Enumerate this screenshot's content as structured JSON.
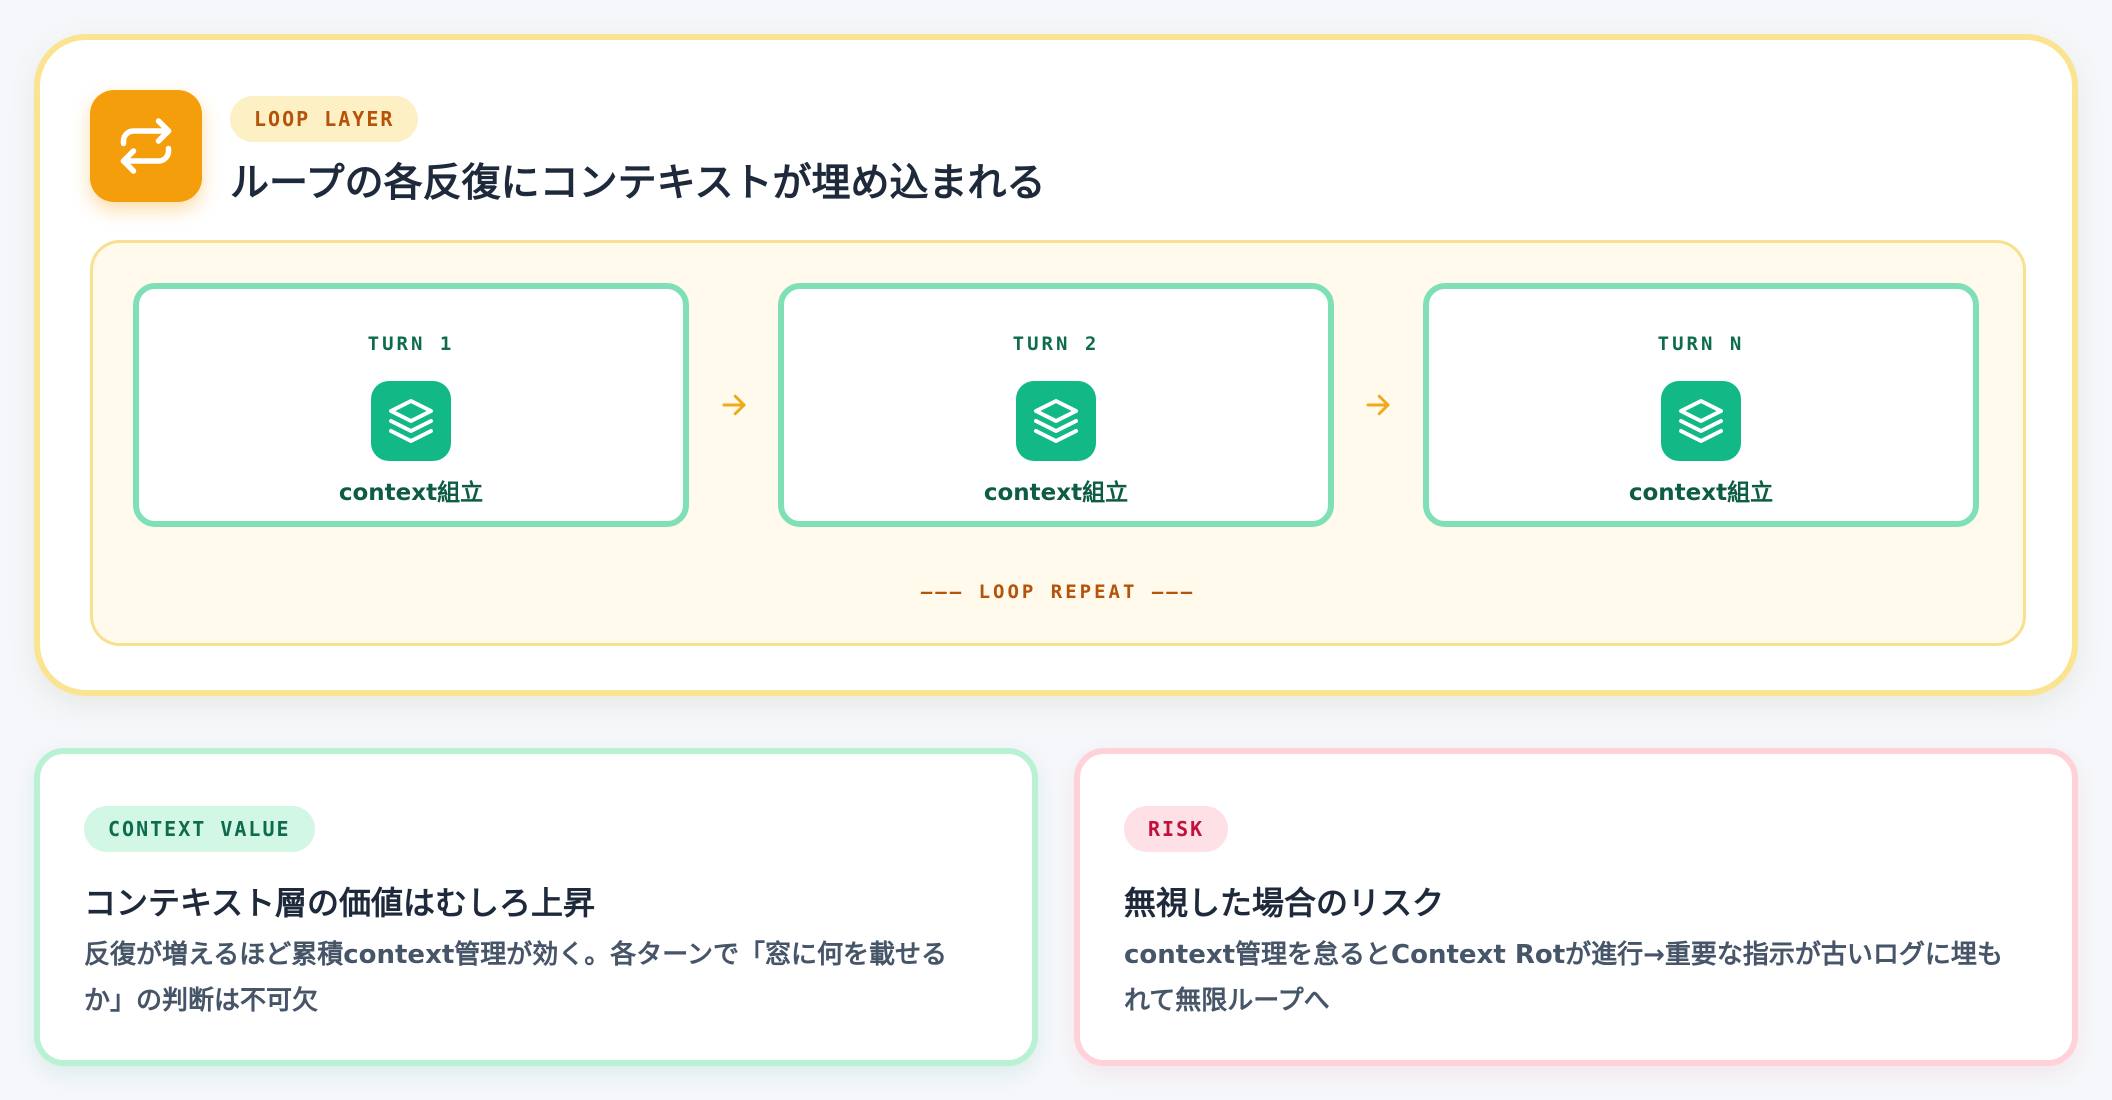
{
  "loop_layer": {
    "badge": "LOOP LAYER",
    "title": "ループの各反復にコンテキストが埋め込まれる",
    "icon": "repeat-icon",
    "turns": [
      {
        "label": "TURN 1",
        "text": "context組立",
        "icon": "layers-icon"
      },
      {
        "label": "TURN 2",
        "text": "context組立",
        "icon": "layers-icon"
      },
      {
        "label": "TURN N",
        "text": "context組立",
        "icon": "layers-icon"
      }
    ],
    "arrow_icon": "arrow-right-icon",
    "repeat_label": "——— LOOP REPEAT ———"
  },
  "context_value": {
    "badge": "CONTEXT VALUE",
    "title": "コンテキスト層の価値はむしろ上昇",
    "body": "反復が増えるほど累積context管理が効く。各ターンで「窓に何を載せるか」の判断は不可欠"
  },
  "risk": {
    "badge": "RISK",
    "title": "無視した場合のリスク",
    "body": "context管理を怠るとContext Rotが進行→重要な指示が古いログに埋もれて無限ループへ"
  },
  "colors": {
    "loop_accent": "#f59e0b",
    "turn_accent": "#12b886",
    "value_accent": "#0f6b4e",
    "risk_accent": "#c0123c"
  }
}
